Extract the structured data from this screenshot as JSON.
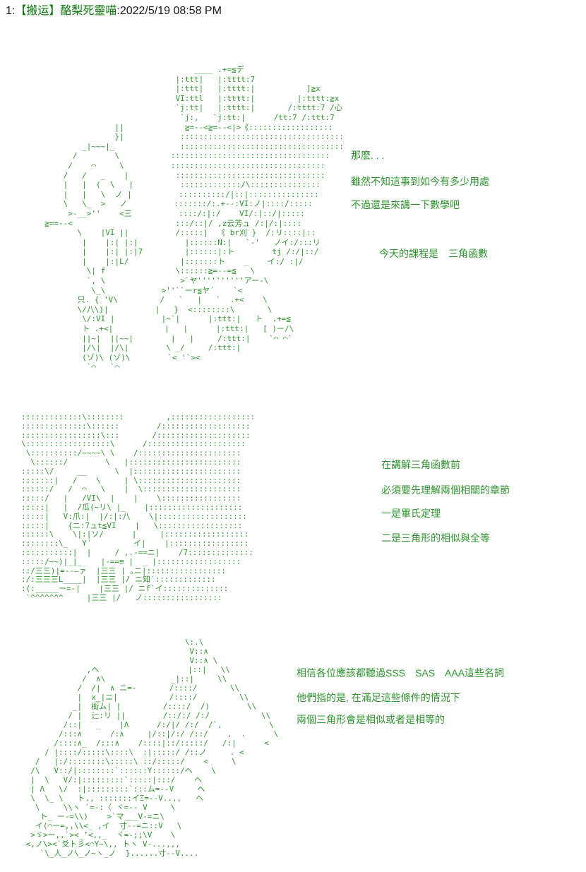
{
  "header": {
    "number": "1:",
    "author": "【搬运】酪梨死靈喵",
    "separator": ":",
    "timestamp": "2022/5/19 08:58 PM"
  },
  "colors": {
    "background": "#ffffff",
    "aa_green": "#2e942e",
    "dialogue_green": "#2e942e",
    "header_author_green": "#0b7a0b",
    "header_text": "#1a1a1a"
  },
  "panel1": {
    "aa": [
      "                                     ____ .+=≦デ",
      "                                 |:ttt|   |:tttt:7",
      "                                 |:ttt|   |:tttt:|           ]≧x",
      "                                 VI:ttl   |:tttt:|         |:tttt:≧x",
      "                                 `j:tt|   |:tttt:|       /:tttt:7 /心",
      "                                  `j:,   `j:tt:|      /tt:7 /:ttt:7",
      "                    ||             ≧=--<≧=--<|>《::::::::::::::::::",
      "                    }|            :::::::::::::::::::::::::::::::::::",
      "             _|~~~|_              :::::::::::::::::::::::::::::::::::",
      "           /        \\           ::::::::::::::::::::::::::::::::::",
      "          /    ⌒     \\          :::::::::::::::::::::::::::::::::",
      "         /   /   _    |          ::::::::::::::::::::::::::::::::",
      "         |   |  (  \\   |          :::::::::::::/\\:::::::::::::::",
      "         |   |   \\  ノ |          ::::::::::/|::|:::::::::::::::",
      "         \\   \\_  >   ノ          :::::::/:.+--:VI:ノ|::::/:::::",
      "          >-__>''    <三          ::::/:|:/    VI/:|::/|:::::",
      "     ≧==--<                      :::/::|/ ,z云芳ュ /:|/:|::::",
      "            \\    |VI ||          /:::::|  《 br刈 }  /:リ::::|::",
      "             |    |:| |:|          |::::::N:|   `-'   ノイ:/:::リ",
      "             |    |:| |:|7         |::::::|:ト        tj /:/|::/",
      "             |    |:|L/           |:::::::ト    _    イ:/ :|/",
      "              \\| f               \\::::::≧=--=≦   \\",
      "              `, \\                >`ヤ''''''''''アー-\\",
      "               \\_\\            >''``ーr≦ヤ´    `<",
      "            只. { 'V\\         /   `   |   `  .+<    \\",
      "            \\/八\\)|          |   }  <::::::::\\       \\",
      "             \\/:VI |          |~`|      |:ttt:|   ト  .+=≦",
      "             ト .+<|           |   |      |:ttt:|   [ )ー/\\",
      "             ||~|  ||~~|        |   |     /:ttt:|    `⌒ ⌒`",
      "             |/\\|  |/\\|        \\ _/     /:ttt:|",
      "             (ゾ)\\ (ゾ)\\        `< '`><",
      "              `⌒   `⌒"
    ],
    "dialogue": [
      "那麽. . .",
      "雖然不知這事到如今有多少用處",
      "不過還是來講一下數學吧",
      "今天的課程是　三角函數"
    ]
  },
  "panel2": {
    "aa": [
      ":::::::::::::\\::::::::         ,::::::::::::::::::",
      "::::::::::::::\\::::::        /:::::::::::::::::::",
      ":::::::::::::::::\\:::       /::::::::::::::::::::",
      "\\::::::::::::::::::\\      /:::::::::::::::::::::",
      " \\::::::::::/~~~~\\ \\    /::::::::::::::::::::::",
      "  \\::::::/        \\   |::::::::::::::::::::::::",
      ":::::\\/     __      \\  |:::::::::::::::::::::::",
      ":::::::|   /    \\     | \\::::::::::::::::::::::",
      "::::::/   /  ⌒   \\    |  \\:::::::::::::::::::::",
      ":::::/   |   /VI\\  |    |    \\:::::::::::::::::",
      ":::::|   |  /瓜(~リ\\ |_    |::::::::::::::::::::",
      ":::::|   V:爪:|  |/:|:八    \\|:::::::::::::::::::",
      ":::::|    {ニ:7ュt≦VI    |   \\::::::::::::::::::",
      "::::::\\    \\|:|ソ/      |     |::::::::::::::::::",
      "::::::::\\_   Y´         イ|    |:::::::::::::::::",
      ":::::::::::|  |     / ,.-==ニ|    /7::::::::::::::",
      ":::::/~~)|_|_    |-==≡ |  _ |::::::::::::::::::",
      "::/三三)|=--―ァ  |三三 | ｡ニ|:::::::::::::::::",
      ":/:三三三L____|  |三三 |/ ニ知′:::::::::::::",
      ":(:_____ー=-|    |三三 |/ ニf`イ::::::::::::::",
      " `^^^^^^^     |三三 |/   ノ:::::::::::::::::"
    ],
    "dialogue": [
      "在講解三角函數前",
      "必須要先理解兩個相關的章節",
      "一是畢氏定理",
      "二是三角形的相似與全等"
    ]
  },
  "panel3": {
    "aa": [
      "                                   \\:.\\",
      "                                    V::∧",
      "                                    V::∧ \\",
      "              ,ヘ                   |::|   \\\\",
      "             /  ∧\\              _|::|     \\\\",
      "            /  /|  ∧ ニ=-       /::::/       \\\\",
      "            |  x_|ニ|           /::::/         \\\\",
      "           _|  衒ム| |         /::::/  /)        \\\\",
      "          / |  辷:リ ||        /::/:/ /:/           \\\\",
      "         /::|   _    |Λ      /:/|/ /:/  /`,          \\",
      "        /:::∧      /:∧     |/::|/:/ /::/    ,  .      \\",
      "       /::::∧_  /:::∧    /::::|::/:::::/   /:|      <",
      "     / |::::/:::::\\::::\\  :|:::::/ /::ノ     . <",
      "   /   |:/::::::::\\:::::\\ ::/:::::/    <     \\",
      "  /\\   V::/|::::::::`::::::Y::::::/ヘ    \\",
      "  |  \\   V/:|:::::::::`:::::|:::/    ヘ",
      "  | Λ   \\/  :|:::::::::`:::ム=--V     ヘ",
      "  \\  \\_ \\   ト., :::::::イΞ=--V..,,   ヘ",
      "   \\     \\\\ヽ `=-:〈 ヾ=-- V     \\",
      "    ト_ ー-=\\\\)    >`マ___V-=ニ\\",
      "   イ(⌒ー=,,\\\\<_ ,イ  寸--=ニ::V   \\",
      "  >ゞ>ー,,`><_’<,,_  ヾ=-;;\\V    \\",
      " <,ノ\\><`爻ト彡<⌒Y~\\,, トヽ V-...,,,",
      "    `\\_人_ノ\\_ノ~ヽ_ノ  }......寸--V...."
    ],
    "dialogue": [
      "相信各位應該都聽過SSS　SAS　AAA這些名詞",
      "他們指的是, 在滿足這些條件的情況下",
      "兩個三角形會是相似或者是相等的"
    ]
  }
}
